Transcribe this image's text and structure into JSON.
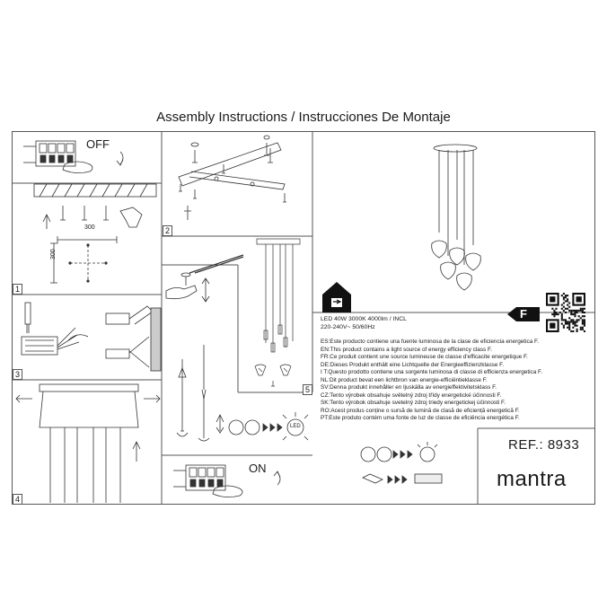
{
  "header": {
    "title": "Assembly Instructions / Instrucciones De Montaje"
  },
  "steps": {
    "off_label": "OFF",
    "on_label": "ON",
    "spacing_h": "300",
    "spacing_v": "300",
    "numbers": [
      "1",
      "2",
      "3",
      "4",
      "5"
    ]
  },
  "energy": {
    "class": "F",
    "specs_line1": "LED 40W  3000K  4000lm  / INCL",
    "specs_line2": "220-240V~  50/60Hz",
    "lines": [
      "ES:Este producto contiene una fuente luminosa de la clase de eficiencia energetica F.",
      "EN:This product contains a light source of energy efficiency class F.",
      "FR:Ce produit contient une source lumineuse de classe d'efficacite energetique F.",
      "DE:Dieses Produkt enthält eine Lichtquelle der Energieeffizienzklasse F.",
      "I T:Questo prodotto contiene una sorgente luminosa di classe di efficienza energetica F.",
      "NL:Dit product bevat een lichtbron van energie-efficiëntieklasse F.",
      "SV:Denna produkt innehåller en ljuskälla av energieffektivitetsklass F.",
      "CZ:Tento výrobek obsahuje světelný zdroj třídy energetické účinnosti F.",
      "SK:Tento výrobok obsahuje svetelný zdroj triedy energetickej účinnosti F.",
      "RO:Acest produs conține o sursă de lumină de clasă de eficiență energetică F.",
      "PT:Este produto contém uma fonte de luz de classe de eficiência energética F."
    ]
  },
  "product": {
    "ref": "REF.: 8933",
    "brand": "mantra",
    "led_label": "LED"
  }
}
